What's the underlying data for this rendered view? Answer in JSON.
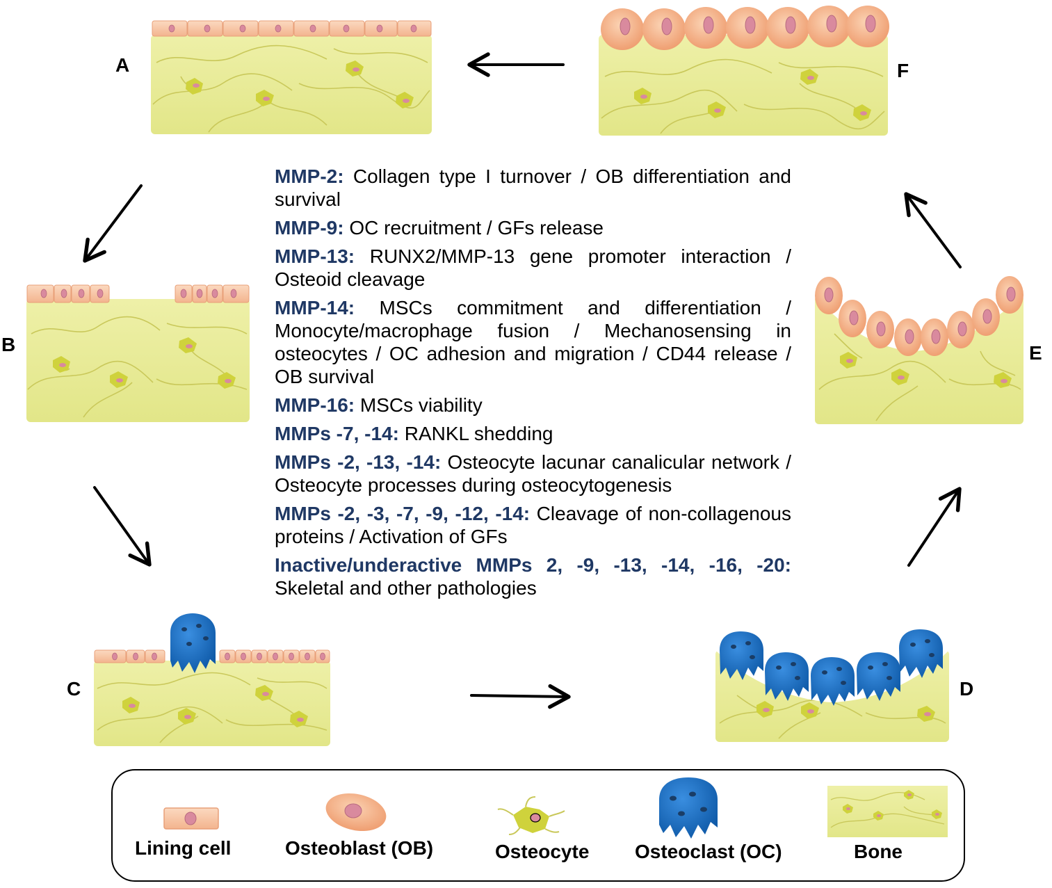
{
  "panels": {
    "a": {
      "label": "A"
    },
    "b": {
      "label": "B"
    },
    "c": {
      "label": "C"
    },
    "d": {
      "label": "D"
    },
    "e": {
      "label": "E"
    },
    "f": {
      "label": "F"
    }
  },
  "roles": [
    {
      "mmp": "MMP-2:",
      "text": " Collagen type I turnover / OB differentiation and survival"
    },
    {
      "mmp": "MMP-9:",
      "text": " OC recruitment / GFs release"
    },
    {
      "mmp": "MMP-13:",
      "text": " RUNX2/MMP-13 gene promoter interaction / Osteoid cleavage"
    },
    {
      "mmp": "MMP-14:",
      "text": " MSCs commitment and differentiation / Monocyte/macrophage fusion / Mechanosensing in osteocytes / OC adhesion and migration / CD44 release / OB survival"
    },
    {
      "mmp": "MMP-16:",
      "text": " MSCs viability"
    },
    {
      "mmp": "MMPs -7, -14:",
      "text": " RANKL shedding"
    },
    {
      "mmp": "MMPs -2, -13, -14:",
      "text": " Osteocyte lacunar canalicular network / Osteocyte processes during osteocytogenesis"
    },
    {
      "mmp": "MMPs -2, -3, -7, -9, -12, -14:",
      "text": " Cleavage of non-collagenous proteins / Activation of GFs"
    },
    {
      "mmp": "Inactive/underactive MMPs 2, -9, -13, -14, -16, -20:",
      "text": " Skeletal and other pathologies"
    }
  ],
  "legend": {
    "lining_cell": "Lining cell",
    "osteoblast": "Osteoblast (OB)",
    "osteocyte": "Osteocyte",
    "osteoclast": "Osteoclast (OC)",
    "bone": "Bone"
  },
  "colors": {
    "bone": "#e8ec94",
    "bone_line": "#c9c85a",
    "osteocyte": "#cfd23c",
    "lining": "#f7c7a4",
    "osteoblast": "#f5b78c",
    "nucleus": "#d98a9e",
    "osteoclast": "#1c6fc4",
    "mmp_text": "#1f3864"
  }
}
